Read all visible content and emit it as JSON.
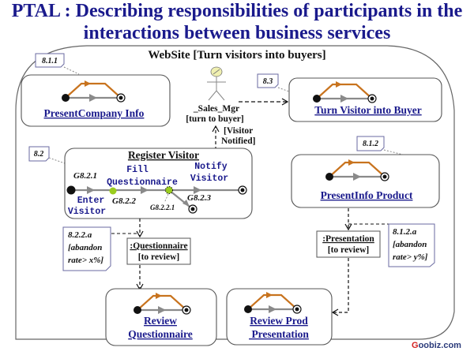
{
  "title": {
    "line1": "PTAL :  Describing responsibilities of participants in the",
    "line2": "interactions between business services"
  },
  "boundary": {
    "label": "WebSite [Turn visitors into buyers]"
  },
  "actor": {
    "name": "_Sales_Mgr",
    "role": "[turn to buyer]",
    "incoming_guard_line1": "[Visitor",
    "incoming_guard_line2": "Notified]"
  },
  "services": [
    {
      "id": "8.1.1",
      "label": "PresentCompany  Info"
    },
    {
      "id": "8.3",
      "label": "Turn Visitor into Buyer"
    },
    {
      "id": "8.1.2",
      "label": "PresentInfo Product"
    },
    {
      "id": "review-q",
      "label_line1": "Review ",
      "label_line2": "Questionnaire"
    },
    {
      "id": "review-p",
      "label_line1": "Review Prod",
      "label_line2": " Presentation"
    }
  ],
  "register": {
    "note": "8.2",
    "title": "Register Visitor",
    "steps": {
      "enter_line1": "Enter",
      "enter_line2": "Visitor",
      "fill_line1": "Fill",
      "fill_line2": "Questionnaire",
      "notify_line1": "Notify",
      "notify_line2": "Visitor"
    },
    "gates": {
      "g1": "G8.2.1",
      "g2": "G8.2.2",
      "g21": "G8.2.2.1",
      "g3": "G8.2.3"
    }
  },
  "objects": {
    "questionnaire": {
      "name": ":Questionnaire",
      "state": "[to review]"
    },
    "presentation": {
      "name": ":Presentation",
      "state": "[to review]"
    }
  },
  "notes": {
    "n1": {
      "line1": "8.2.2.a",
      "line2": "[abandon",
      "line3": "rate> x%]"
    },
    "n2": {
      "line1": "8.1.2.a",
      "line2": "[abandon",
      "line3": "rate> y%]"
    }
  },
  "colors": {
    "title": "#1a1a8c",
    "link": "#1a1a8c",
    "orange_flow": "#c8731e",
    "gray_flow": "#8a8a8a",
    "gate_green": "#9acd1e",
    "actor_head": "#f0f0b0"
  },
  "watermark": {
    "g": "G",
    "rest": "oobiz.com"
  }
}
